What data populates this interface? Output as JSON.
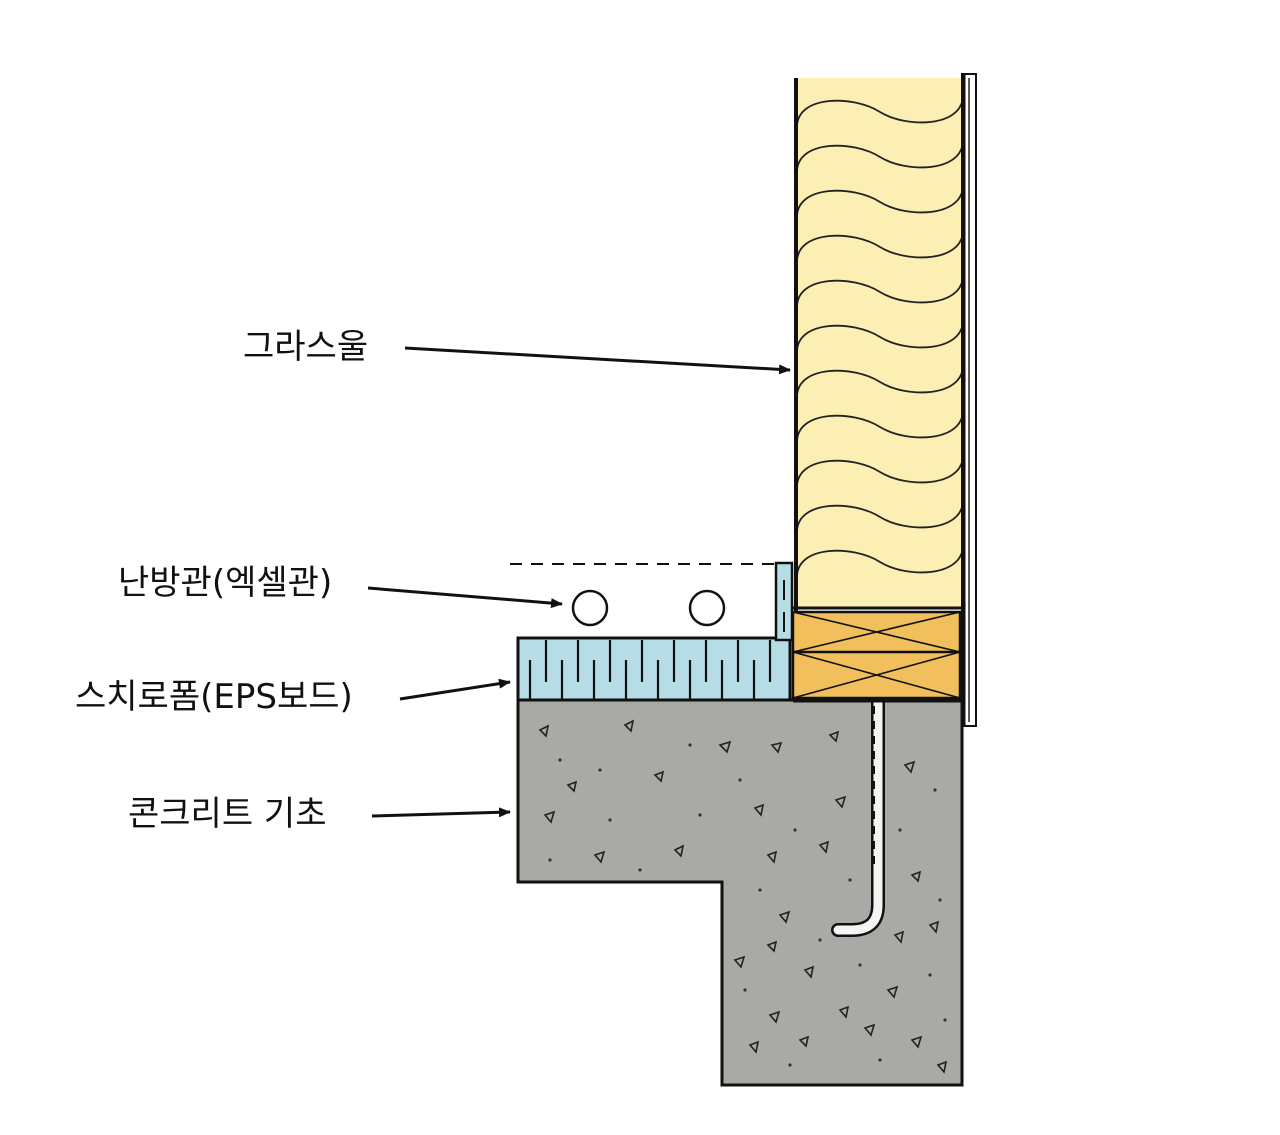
{
  "labels": {
    "glass_wool": "그라스울",
    "heating_pipe": "난방관(엑셀관)",
    "styrofoam": "스치로폼(EPS보드)",
    "concrete_foundation": "콘크리트 기초"
  },
  "colors": {
    "glass_wool": "#fbefb4",
    "eps_board": "#b6dde5",
    "sill_plate": "#f1bf5c",
    "concrete": "#a9a9a5",
    "outline": "#111111"
  }
}
